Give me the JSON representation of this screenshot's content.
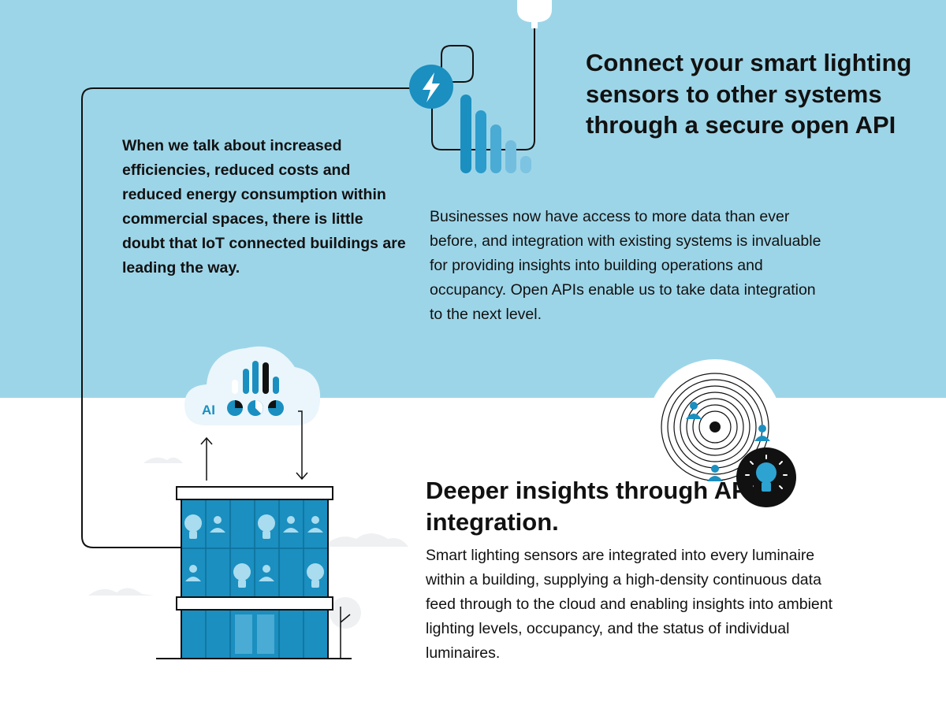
{
  "intro": {
    "text": "When we talk about increased efficiencies, reduced costs and reduced energy consumption within commercial spaces, there is little doubt that IoT connected buildings are leading the way."
  },
  "section1": {
    "heading": "Connect your smart lighting sensors to other systems through a secure open API",
    "body": "Businesses now have access to more data than ever before, and integration with existing systems is invaluable for providing insights into building operations and occupancy. Open APIs enable us to take data integration to the next level."
  },
  "section2": {
    "heading": "Deeper insights through API integration.",
    "body": "Smart lighting sensors are integrated into every luminaire within a building, supplying a high-density continuous data feed through to the cloud and enabling insights into ambient lighting levels, occupancy, and the status of individual luminaires."
  },
  "cloud": {
    "label": "AI"
  },
  "colors": {
    "sky": "#9dd5e8",
    "brand_blue": "#1a8fc0",
    "dark": "#111111",
    "light_blue": "#a9dcef",
    "pale": "#eef0f2"
  },
  "icons": [
    "lightning-icon",
    "lightbulb-icon",
    "person-icon",
    "cloud-icon",
    "radar-icon",
    "arrow-up-icon",
    "arrow-down-icon",
    "tree-icon"
  ]
}
